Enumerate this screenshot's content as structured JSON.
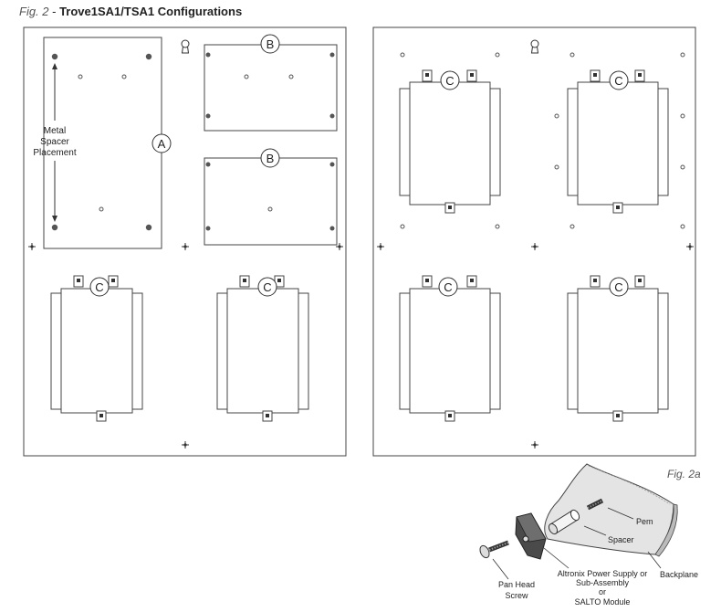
{
  "caption": {
    "fig_label": "Fig. 2",
    "separator": " - ",
    "title": "Trove1SA1/TSA1 Configurations"
  },
  "left_panel": {
    "callout_a": "A",
    "callout_b": "B",
    "callout_c": "C",
    "spacer_label": [
      "Metal",
      "Spacer",
      "Placement"
    ]
  },
  "right_panel": {
    "callout_c": "C"
  },
  "detail": {
    "fig_label": "Fig. 2a",
    "labels": {
      "pem": "Pem",
      "spacer": "Spacer",
      "backplane": "Backplane",
      "pan_head_screw": [
        "Pan Head",
        "Screw"
      ],
      "power_supply": [
        "Altronix Power Supply or",
        "Sub-Assembly",
        "or",
        "SALTO Module"
      ]
    }
  }
}
